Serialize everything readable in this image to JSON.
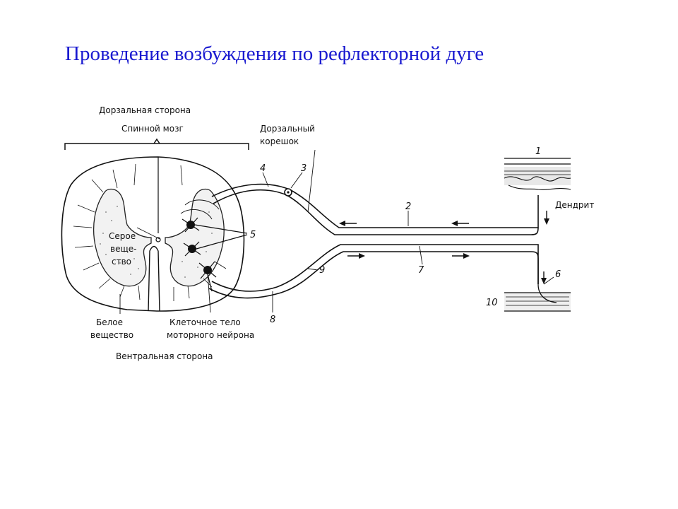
{
  "title": "Проведение возбуждения по рефлекторной дуге",
  "diagram": {
    "labels": {
      "dorsal_side": "Дорзальная сторона",
      "spinal_cord": "Спинной мозг",
      "dorsal_root_line1": "Дорзальный",
      "dorsal_root_line2": "корешок",
      "gray_matter_line1": "Серое",
      "gray_matter_line2": "веще-",
      "gray_matter_line3": "ство",
      "white_matter_line1": "Белое",
      "white_matter_line2": "вещество",
      "motor_body_line1": "Клеточное тело",
      "motor_body_line2": "моторного нейрона",
      "ventral_side": "Вентральная сторона",
      "dendrite": "Дендрит"
    },
    "numbers": {
      "n1": "1",
      "n2": "2",
      "n3": "3",
      "n4": "4",
      "n5": "5",
      "n6": "6",
      "n7": "7",
      "n8": "8",
      "n9": "9",
      "n10": "10"
    }
  }
}
